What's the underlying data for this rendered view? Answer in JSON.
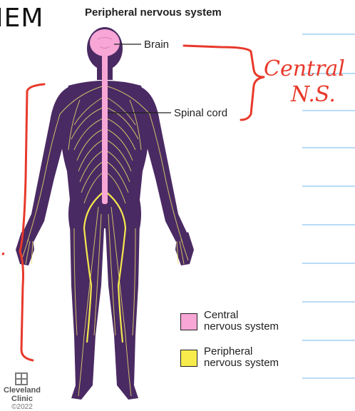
{
  "handwriting": {
    "top_left_fragment": "IEM",
    "central_note_line1": "Central",
    "central_note_line2": "N.S.",
    "left_edge_mark": "."
  },
  "diagram": {
    "title": "Peripheral nervous system",
    "labels": {
      "brain": "Brain",
      "spinal_cord": "Spinal cord"
    },
    "legend": [
      {
        "line1": "Central",
        "line2": "nervous system",
        "color": "#f7a6d6"
      },
      {
        "line1": "Peripheral",
        "line2": "nervous system",
        "color": "#f8ec4d"
      }
    ],
    "credit": {
      "line1": "Cleveland",
      "line2": "Clinic",
      "year": "©2022"
    }
  },
  "colors": {
    "body": "#4a2a63",
    "nerves": "#e9dc6a",
    "cns": "#f7a6d6",
    "annotation_red": "#e8392b",
    "ruled_line": "#8ec7f0"
  }
}
